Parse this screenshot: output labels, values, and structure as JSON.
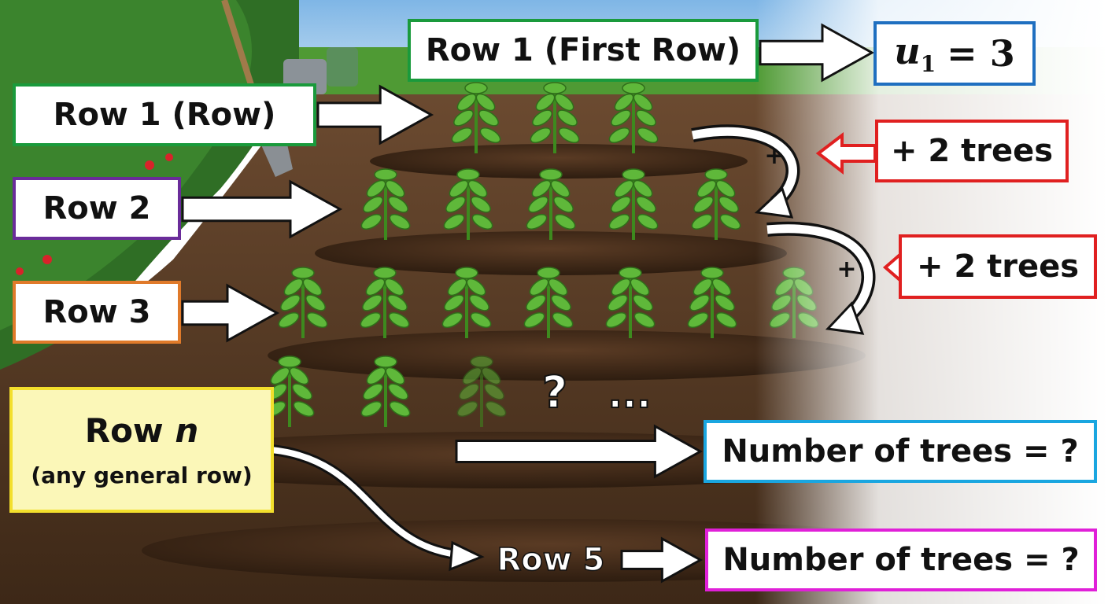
{
  "colors": {
    "green": "#1a9a3c",
    "purple": "#6a2c9a",
    "orange": "#e07a2a",
    "blue": "#1f6fc0",
    "red": "#e02020",
    "yellow": "#f3df2c",
    "cyan": "#1aa6e0",
    "magenta": "#e020d8"
  },
  "labels": {
    "first_row_title": "Row 1 (First Row)",
    "row1": "Row 1 (Row)",
    "row2": "Row 2",
    "row3": "Row 3",
    "row_n_word": "Row",
    "row_n_var": "n",
    "row_n_sub": "(any general row)",
    "row5": "Row 5"
  },
  "formula": {
    "lhs_var": "u",
    "lhs_sub": "1",
    "rhs": "= 3"
  },
  "increments": [
    {
      "text": "+ 2 trees",
      "sign": "+"
    },
    {
      "text": "+ 2 trees",
      "sign": "+"
    }
  ],
  "unknowns": {
    "question_mark": "?",
    "ellipsis": "...",
    "number_of_trees_n": "Number of trees = ?",
    "number_of_trees_5": "Number of trees = ?"
  },
  "rows_trees": [
    3,
    5,
    7,
    3
  ]
}
